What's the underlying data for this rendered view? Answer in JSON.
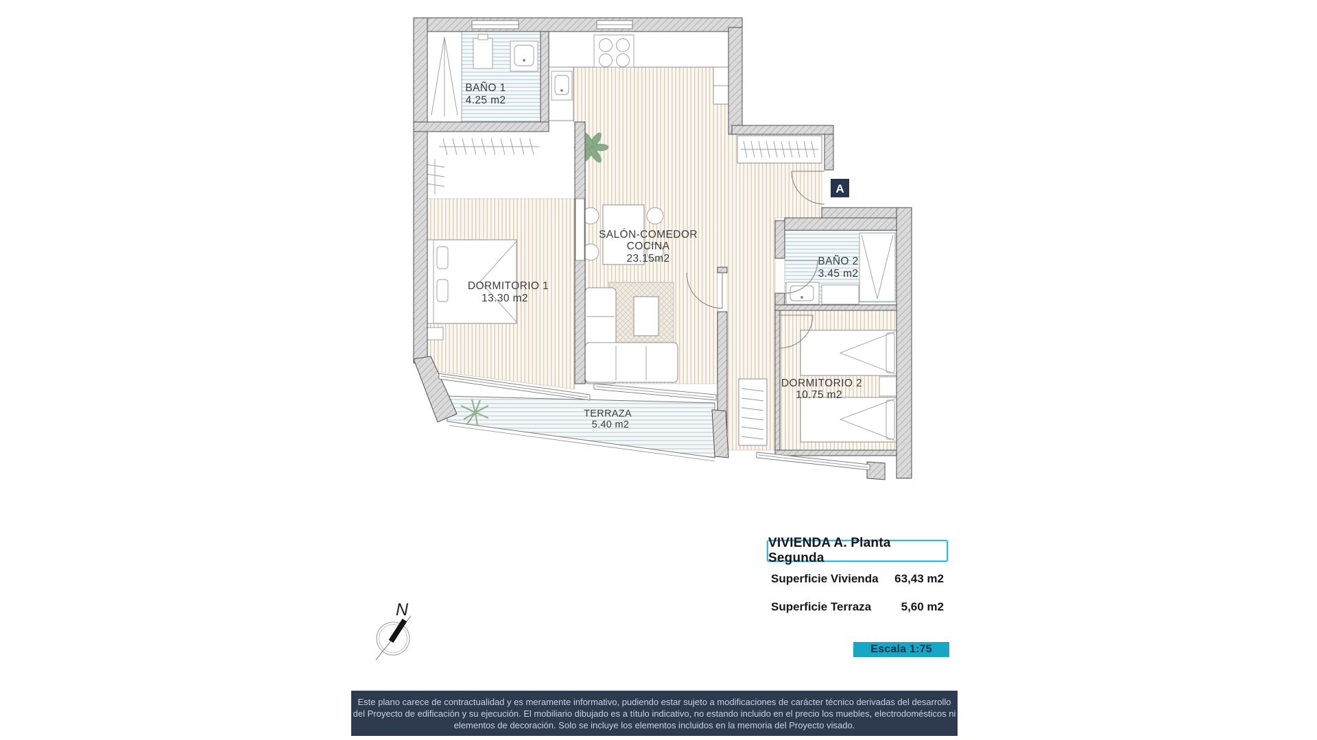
{
  "plan": {
    "unit_label": "A",
    "compass_label": "N",
    "rooms": [
      {
        "id": "bano1",
        "name": "BAÑO 1",
        "area": "4.25 m2"
      },
      {
        "id": "salon",
        "name": "SALÓN-COMEDOR",
        "name2": "COCINA",
        "area": "23.15m2"
      },
      {
        "id": "dormitorio1",
        "name": "DORMITORIO 1",
        "area": "13.30 m2"
      },
      {
        "id": "bano2",
        "name": "BAÑO 2",
        "area": "3.45 m2"
      },
      {
        "id": "dormitorio2",
        "name": "DORMITORIO 2",
        "area": "10.75 m2"
      },
      {
        "id": "terraza",
        "name": "TERRAZA",
        "area": "5.40 m2"
      }
    ]
  },
  "info_panel": {
    "title": "VIVIENDA  A.  Planta Segunda",
    "rows": [
      {
        "label": "Superficie Vivienda",
        "value": "63,43 m2"
      },
      {
        "label": "Superficie Terraza",
        "value": "5,60 m2"
      }
    ],
    "scale_label": "Escala 1:75"
  },
  "footer": {
    "line1": "Este plano carece de contractualidad y es meramente informativo, pudiendo estar sujeto a modificaciones de carácter técnico derivadas del desarrollo",
    "line2": "del Proyecto de edificación y su ejecución. El mobiliario dibujado es a título indicativo, no estando incluido en el precio los muebles, electrodomésticos ni",
    "line3": "elementos de decoración. Solo se incluye los elementos incluidos en la memoria del Proyecto visado."
  },
  "colors": {
    "accent_cyan": "#35b8cd",
    "scale_bg": "#18a6c6",
    "unit_badge_navy": "#263450",
    "footer_bg": "#2e3a50",
    "footer_text": "#c9d2de",
    "wall_gray": "#dadada",
    "wood_floor_line": "#dbc9b4",
    "bath_floor_line": "#bdd2da",
    "terrace_floor_line": "#c3d6da",
    "plant_green": "#8aab88",
    "label_text": "#3b3b3b"
  }
}
